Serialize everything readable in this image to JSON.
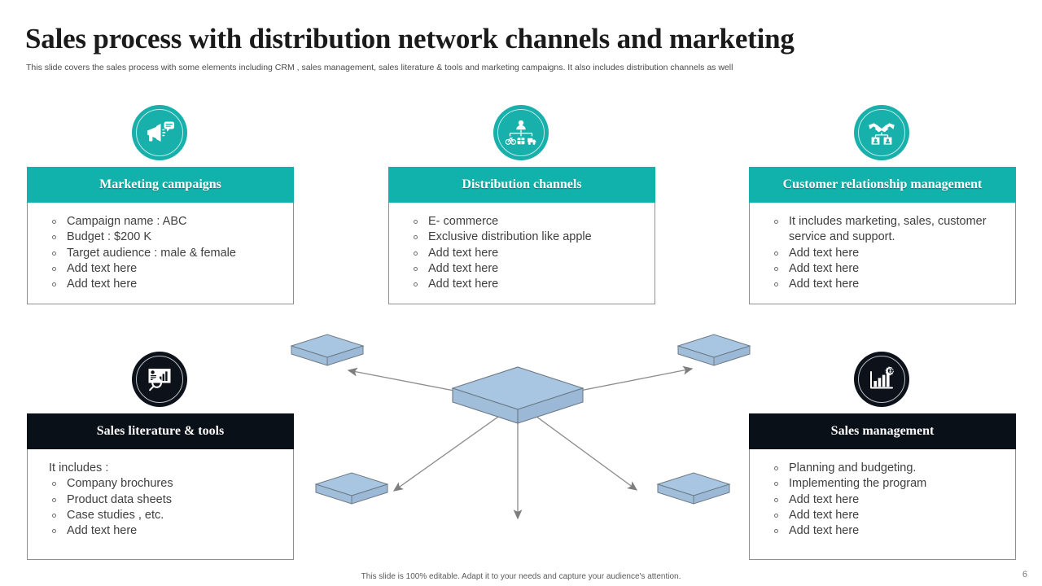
{
  "header": {
    "title": "Sales process with distribution network channels and marketing",
    "subtitle": "This slide covers the sales process with some elements including CRM ,  sales management, sales literature & tools and marketing campaigns. It also includes distribution channels as well"
  },
  "colors": {
    "teal": "#12b2ac",
    "navy": "#0a1018",
    "box_fill": "#a8c6e2",
    "box_stroke": "#6d7a86",
    "arrow": "#8a8a8a",
    "text": "#3f3f3f"
  },
  "cards": [
    {
      "id": "marketing-campaigns",
      "title": "Marketing campaigns",
      "theme": "teal",
      "icon": "megaphone-icon",
      "lead": null,
      "bullets": [
        "Campaign name : ABC",
        "Budget : $200 K",
        "Target audience : male & female",
        "Add text here",
        "Add text here"
      ]
    },
    {
      "id": "distribution-channels",
      "title": "Distribution channels",
      "theme": "teal",
      "icon": "distribution-network-icon",
      "lead": null,
      "bullets": [
        "E- commerce",
        "Exclusive  distribution like apple",
        "Add text here",
        "Add text here",
        "Add text here"
      ]
    },
    {
      "id": "customer-relationship-management",
      "title": "Customer relationship management",
      "theme": "teal",
      "icon": "handshake-icon",
      "lead": null,
      "bullets": [
        "It includes marketing, sales, customer service and support.",
        "Add text here",
        "Add text here",
        "Add text here"
      ]
    },
    {
      "id": "sales-literature-tools",
      "title": "Sales literature &  tools",
      "theme": "navy",
      "icon": "presentation-search-icon",
      "lead": "It includes :",
      "bullets": [
        "Company brochures",
        "Product data sheets",
        "Case studies , etc.",
        "Add text here"
      ]
    },
    {
      "id": "sales-management",
      "title": "Sales management",
      "theme": "navy",
      "icon": "bar-chart-gear-icon",
      "lead": null,
      "bullets": [
        "Planning and budgeting.",
        "Implementing  the program",
        "Add text here",
        "Add text here",
        "Add text here"
      ]
    }
  ],
  "network": {
    "type": "hub-and-spoke",
    "hub_label": "central-distribution-hub",
    "node_count": 4,
    "arrow_count": 5
  },
  "footer": {
    "note": "This slide is 100% editable.  Adapt it to your needs and capture your audience's attention.",
    "page_number": "6"
  }
}
